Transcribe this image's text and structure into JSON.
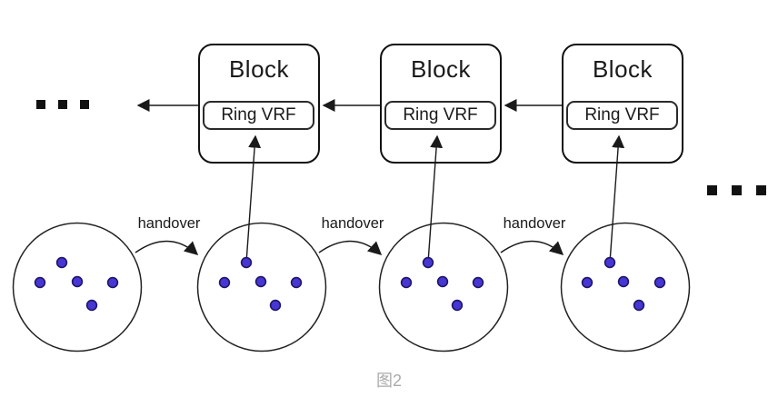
{
  "figure": {
    "caption": "图2",
    "colors": {
      "line": "#1a1a1a",
      "block_border": "#111111",
      "dot_fill": "#4636d4",
      "dot_stroke": "#1f1666",
      "caption_color": "#aaaaaa"
    },
    "blocks": [
      {
        "title": "Block",
        "tag": "Ring VRF"
      },
      {
        "title": "Block",
        "tag": "Ring VRF"
      },
      {
        "title": "Block",
        "tag": "Ring VRF"
      }
    ],
    "handovers": [
      {
        "label": "handover"
      },
      {
        "label": "handover"
      },
      {
        "label": "handover"
      }
    ],
    "committees": [
      {
        "members": 5,
        "elects_block": null
      },
      {
        "members": 5,
        "elects_block": 1
      },
      {
        "members": 5,
        "elects_block": 2
      },
      {
        "members": 5,
        "elects_block": 3
      }
    ],
    "ellipsis_left": "...",
    "ellipsis_right": "..."
  }
}
